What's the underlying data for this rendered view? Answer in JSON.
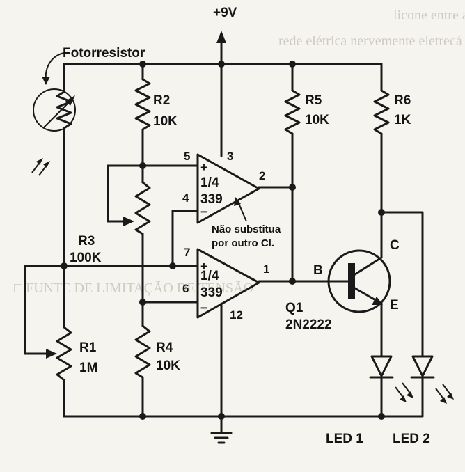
{
  "supply": {
    "label": "+9V"
  },
  "sensor": {
    "label": "Fotorresistor"
  },
  "resistors": [
    {
      "id": "R1",
      "value": "1M"
    },
    {
      "id": "R2",
      "value": "10K"
    },
    {
      "id": "R3",
      "value": "100K"
    },
    {
      "id": "R4",
      "value": "10K"
    },
    {
      "id": "R5",
      "value": "10K"
    },
    {
      "id": "R6",
      "value": "1K"
    }
  ],
  "opamps": [
    {
      "fraction": "1/4",
      "part": "339",
      "pins": {
        "plus": "5",
        "minus": "4",
        "out": "2",
        "vcc": "3"
      }
    },
    {
      "fraction": "1/4",
      "part": "339",
      "pins": {
        "plus": "7",
        "minus": "6",
        "out": "1",
        "gnd": "12"
      }
    }
  ],
  "note": {
    "line1": "Não substitua",
    "line2": "por outro CI."
  },
  "transistor": {
    "id": "Q1",
    "part": "2N2222",
    "base": "B",
    "collector": "C",
    "emitter": "E"
  },
  "leds": {
    "led1": "LED 1",
    "led2": "LED 2"
  },
  "bleed_text": {
    "top": "licone entre a aba do transistor e o dissipador,",
    "top2": "rede elétrica nervemente eletrecá",
    "middle": "□ FUNTE DE LIMITAÇÃO DE TENSÃO"
  }
}
